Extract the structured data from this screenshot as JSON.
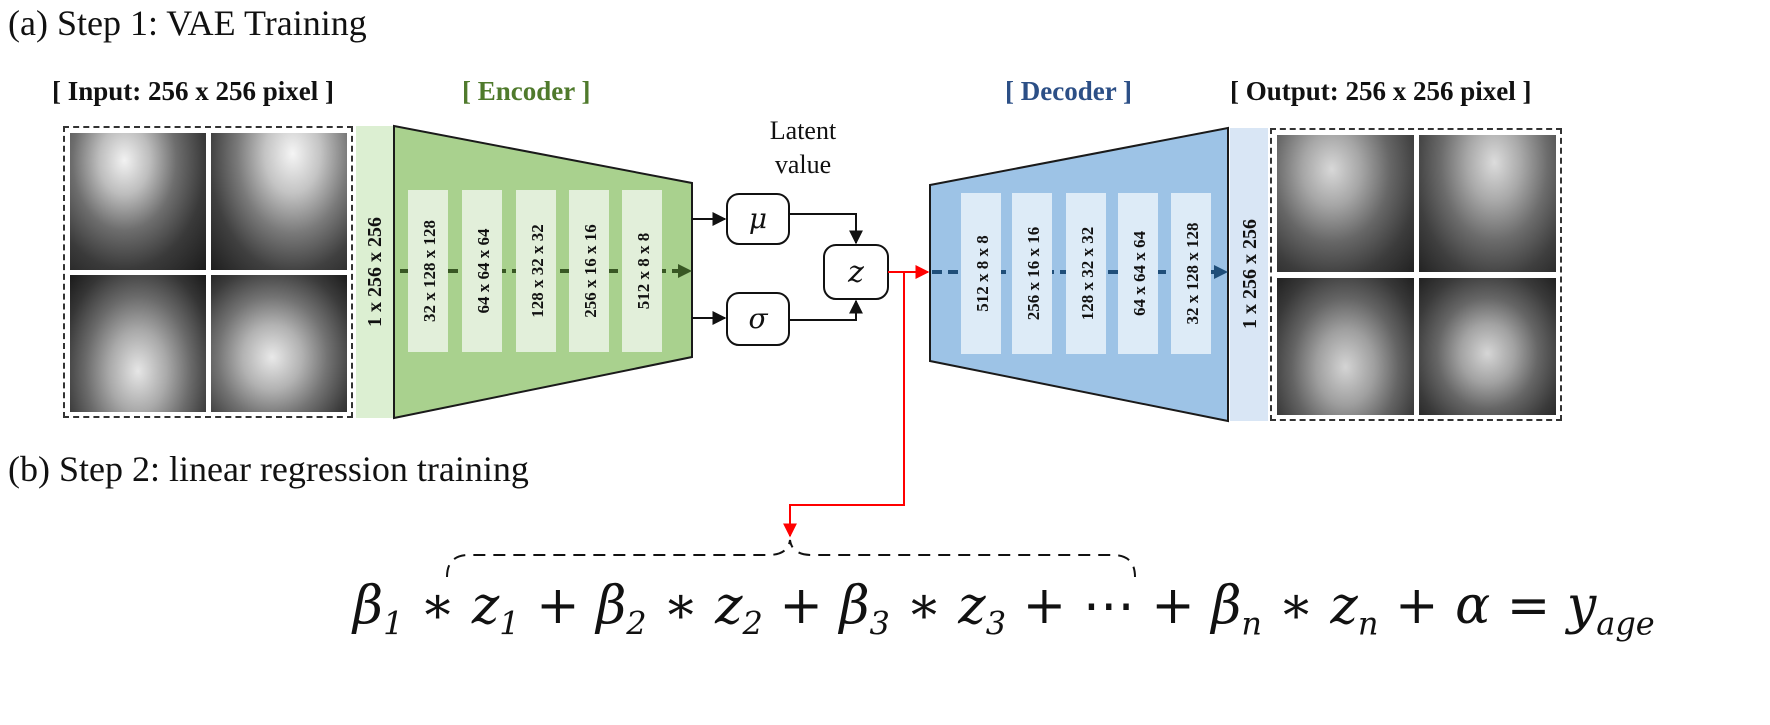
{
  "step_a": "(a) Step 1: VAE Training",
  "step_b": "(b) Step 2: linear regression training",
  "headers": {
    "input": "[ Input: 256 x 256 pixel ]",
    "encoder": "[ Encoder ]",
    "decoder": "[ Decoder ]",
    "output": "[ Output: 256 x 256 pixel ]"
  },
  "input_dim": "1 x 256 x 256",
  "output_dim": "1 x 256 x 256",
  "encoder_layers": [
    "32 x 128 x 128",
    "64 x 64 x 64",
    "128 x 32 x 32",
    "256 x 16 x 16",
    "512 x 8 x 8"
  ],
  "decoder_layers": [
    "512 x 8 x 8",
    "256 x 16 x 16",
    "128 x 32 x 32",
    "64 x 64 x 64",
    "32 x 128 x 128"
  ],
  "latent": {
    "label_line1": "Latent",
    "label_line2": "value",
    "mu": "μ",
    "sigma": "σ",
    "z": "z"
  },
  "formula": {
    "terms": [
      {
        "coef": "β",
        "coef_sub": "1",
        "var": "z",
        "var_sub": "1"
      },
      {
        "coef": "β",
        "coef_sub": "2",
        "var": "z",
        "var_sub": "2"
      },
      {
        "coef": "β",
        "coef_sub": "3",
        "var": "z",
        "var_sub": "3"
      },
      {
        "coef": "β",
        "coef_sub": "n",
        "var": "z",
        "var_sub": "n"
      }
    ],
    "ellipsis": "⋯",
    "intercept": "α",
    "result": "y",
    "result_sub": "age"
  },
  "colors": {
    "encoder_fill": "#a9d18e",
    "encoder_layer": "#e2efda",
    "encoder_arrow": "#385723",
    "decoder_fill": "#9dc3e6",
    "decoder_layer": "#ddebf7",
    "decoder_arrow": "#1f4e79",
    "input_bar": "#dcefd2",
    "output_bar": "#d9e6f5",
    "red_arrow": "#ff0000"
  }
}
